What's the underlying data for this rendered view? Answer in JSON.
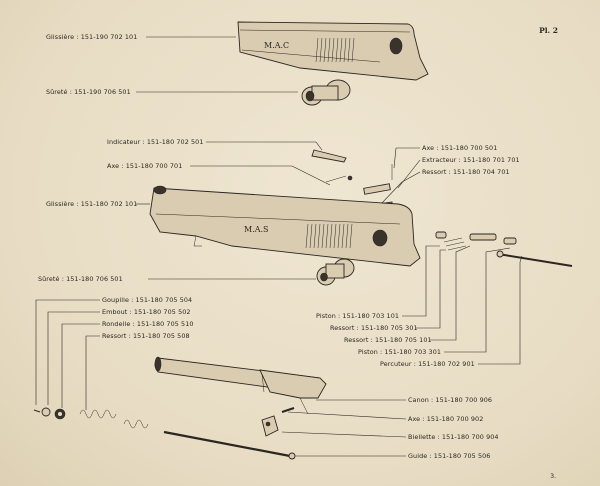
{
  "plate": "Pl. 2",
  "page_number": "3.",
  "labels": {
    "glissiere_1": "Glissière : 151-190 702 101",
    "surete_1": "Sûreté : 151-190 706 501",
    "indicateur": "Indicateur : 151-180 702 501",
    "axe_1": "Axe : 151-180 700 701",
    "glissiere_2": "Glissière : 151-180 702 101",
    "surete_2": "Sûreté : 151-180 706 501",
    "goupille": "Goupille : 151-180 705 504",
    "embout": "Embout : 151-180 705 502",
    "rondelle": "Rondelle : 151-180 705 510",
    "ressort_1": "Ressort : 151-180 705 508",
    "axe_2": "Axe : 151-180 700 501",
    "extracteur": "Extracteur : 151-180 701 701",
    "ressort_2": "Ressort : 151-180 704 701",
    "piston_1": "Piston : 151-180 703 101",
    "ressort_3": "Ressort : 151-180 705 301",
    "ressort_4": "Ressort : 151-180 705 101",
    "piston_2": "Piston : 151-180 703 301",
    "percuteur": "Percuteur : 151-180 702 901",
    "canon": "Canon : 151-180 700 906",
    "axe_3": "Axe : 151-180 700 902",
    "biellette": "Biellette : 151-180 700 904",
    "guide": "Guide : 151-180 705 506"
  },
  "engravings": {
    "slide_1": "M.A.C",
    "slide_2": "M.A.S"
  }
}
